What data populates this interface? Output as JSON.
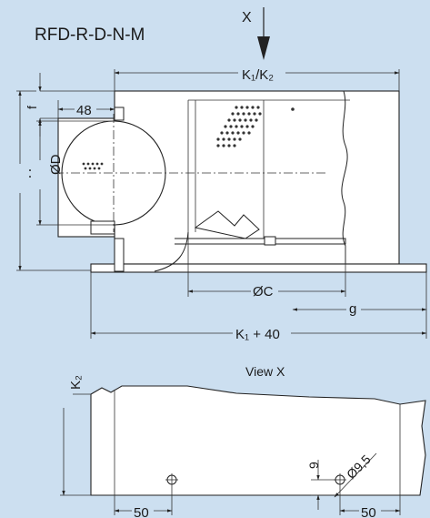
{
  "title": "RFD-R-D-N-M",
  "view_arrow_label": "X",
  "labels": {
    "k1_k2": "K₁/K₂",
    "f": "f",
    "dim_48": "48",
    "h6": "H₆",
    "od": "ØD",
    "oc": "ØC",
    "g": "g",
    "k1_plus_40": "K₁ + 40"
  },
  "view_x": {
    "title": "View X",
    "k2": "K₂",
    "dim_9": "9",
    "hole": "Ø9,5",
    "dim_50_left": "50",
    "dim_50_right": "50"
  },
  "colors": {
    "background": "#ccdff0",
    "body": "#ffffff",
    "line": "#222222"
  }
}
